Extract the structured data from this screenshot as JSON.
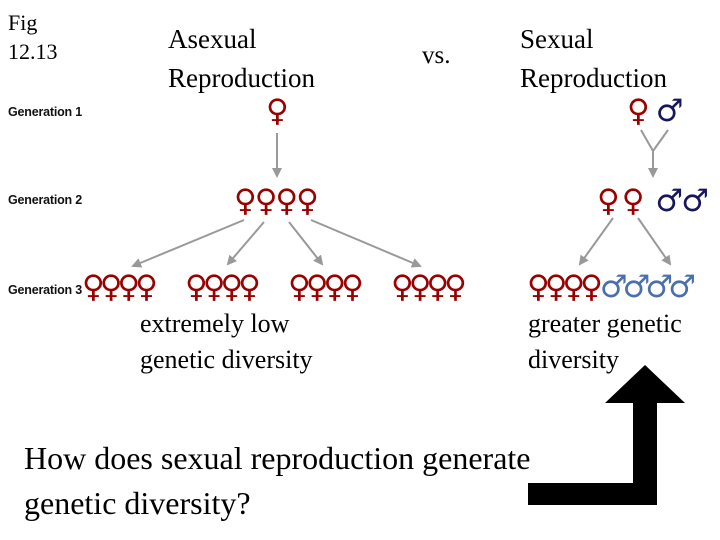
{
  "fig_label": {
    "line1": "Fig",
    "line2": "12.13"
  },
  "headers": {
    "asexual": {
      "line1": "Asexual",
      "line2": "Reproduction"
    },
    "vs": "vs.",
    "sexual": {
      "line1": "Sexual",
      "line2": "Reproduction"
    }
  },
  "generation_labels": {
    "gen1": "Generation 1",
    "gen2": "Generation 2",
    "gen3": "Generation 3"
  },
  "symbols": {
    "asexual": {
      "gen1": "♀",
      "gen2": "♀♀♀♀",
      "gen3_groups": [
        "♀♀♀♀",
        "♀♀♀♀",
        "♀♀♀♀",
        "♀♀♀♀"
      ]
    },
    "sexual": {
      "gen1_females": "♀",
      "gen1_males": "♂",
      "gen2_females": "♀♀",
      "gen2_males": "♂♂",
      "gen3_females": "♀♀♀♀",
      "gen3_males": "♂♂♂♂"
    }
  },
  "captions": {
    "asexual": {
      "line1": "extremely low",
      "line2": "genetic diversity"
    },
    "sexual": {
      "line1": "greater genetic",
      "line2": "diversity"
    }
  },
  "question": {
    "line1": "How does sexual reproduction generate",
    "line2": "genetic diversity?"
  },
  "colors": {
    "female_symbol": "#990000",
    "male_symbol_parents": "#16165e",
    "male_symbol_offspring": "#4a6fad",
    "descent_arrows": "#999999",
    "emphasis_arrow": "#000000",
    "text": "#000000"
  }
}
